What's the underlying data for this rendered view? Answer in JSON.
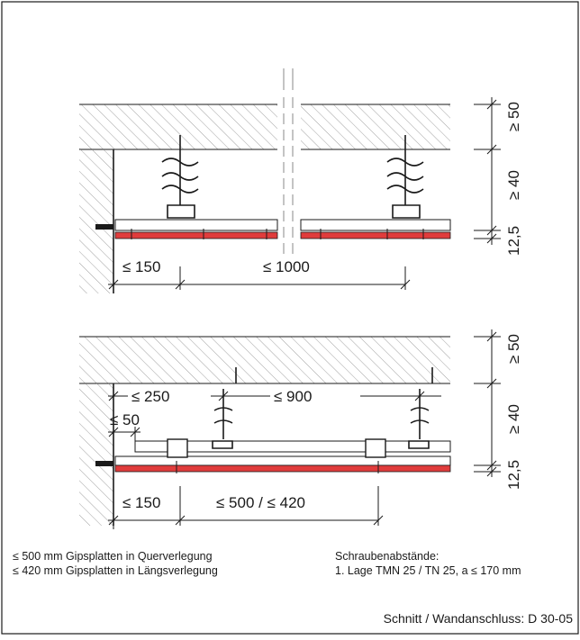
{
  "top_section": {
    "dim_edge_to_first_hanger": "≤ 150",
    "dim_hanger_spacing": "≤ 1000",
    "dim_ceiling_thickness": "≥ 50",
    "dim_hanger_height": "≥ 40",
    "dim_board_thickness": "12,5"
  },
  "bottom_section": {
    "dim_wall_to_first_hanger": "≤ 250",
    "dim_hanger_spacing": "≤ 900",
    "dim_profile_gap": "≤ 50",
    "dim_edge_to_first_profile": "≤ 150",
    "dim_profile_spacing": "≤ 500 / ≤ 420",
    "dim_ceiling_thickness": "≥ 50",
    "dim_hanger_height": "≥ 40",
    "dim_board_thickness": "12,5"
  },
  "notes": {
    "left_line1": "≤ 500 mm Gipsplatten in Querverlegung",
    "left_line2": "≤ 420 mm Gipsplatten in Längsverlegung",
    "right_heading": "Schraubenabstände:",
    "right_line1": "1. Lage TMN 25 / TN 25, a ≤ 170 mm"
  },
  "caption": "Schnitt / Wandanschluss: D 30-05",
  "colors": {
    "board": "#e03c3c",
    "line": "#1a1a1a",
    "hatch": "#8a8a8a"
  }
}
